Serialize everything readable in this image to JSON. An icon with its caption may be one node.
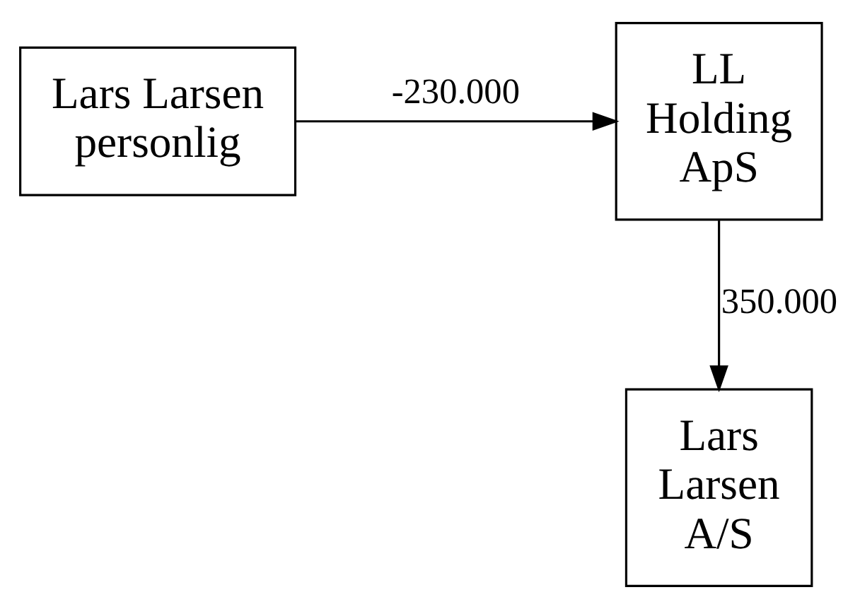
{
  "diagram": {
    "nodes": [
      {
        "text": [
          "LL Holding ApS"
        ]
      },
      {
        "text": [
          "Lars Larsen personlig"
        ]
      },
      {
        "text": [
          "Lars Larsen A/S"
        ]
      }
    ],
    "edges": [
      {
        "from": 1,
        "to": 0,
        "arrow": "to",
        "label": "-230.000"
      },
      {
        "from": 0,
        "to": 2,
        "arrow": "to",
        "label": "350.000"
      }
    ]
  }
}
